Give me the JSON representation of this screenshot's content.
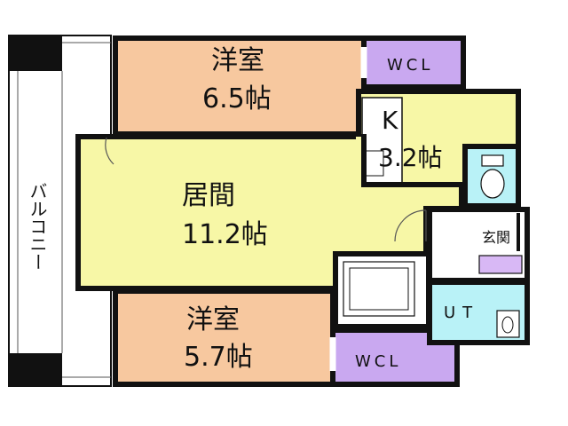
{
  "floorplan": {
    "rooms": {
      "western_room_1": {
        "name": "洋室",
        "size": "6.5帖",
        "color": "#f7c89f"
      },
      "wcl_1": {
        "name": "WCL",
        "color": "#c9a8f0"
      },
      "kitchen": {
        "name": "K",
        "size": "3.2帖",
        "color": "#f7f7a6"
      },
      "living": {
        "name": "居間",
        "size": "11.2帖",
        "color": "#f7f7a6"
      },
      "entrance": {
        "name": "玄関"
      },
      "bath_utility": {
        "name": "UT",
        "color": "#b9f2f7"
      },
      "western_room_2": {
        "name": "洋室",
        "size": "5.7帖",
        "color": "#f7c89f"
      },
      "wcl_2": {
        "name": "WCL",
        "color": "#c9a8f0"
      },
      "balcony": {
        "name": "バルコニー"
      }
    },
    "colors": {
      "wall": "#111111",
      "bath": "#b9f2f7",
      "storage": "#d8b8f5",
      "fixture": "#ffffff"
    }
  }
}
